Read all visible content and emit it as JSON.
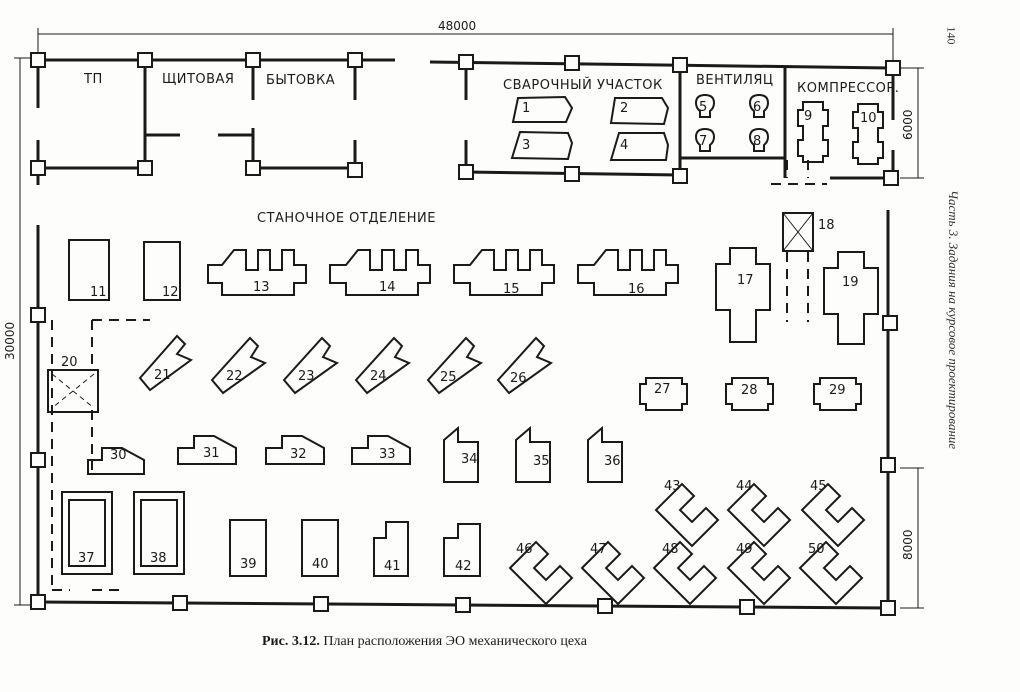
{
  "dimensions": {
    "width_total": "48000",
    "height_total": "30000",
    "bay_height": "6000",
    "bay_right": "8000"
  },
  "rooms": {
    "tp": "ТП",
    "switchboard": "ЩИТОВАЯ",
    "utility": "БЫТОВКА",
    "welding": "СВАРОЧНЫЙ УЧАСТОК",
    "ventilation": "ВЕНТИЛЯЦ",
    "compressor": "КОМПРЕССОР.",
    "machine_hall": "СТАНОЧНОЕ ОТДЕЛЕНИЕ"
  },
  "equipment": [
    "1",
    "2",
    "3",
    "4",
    "5",
    "6",
    "7",
    "8",
    "9",
    "10",
    "11",
    "12",
    "13",
    "14",
    "15",
    "16",
    "17",
    "18",
    "19",
    "20",
    "21",
    "22",
    "23",
    "24",
    "25",
    "26",
    "27",
    "28",
    "29",
    "30",
    "31",
    "32",
    "33",
    "34",
    "35",
    "36",
    "37",
    "38",
    "39",
    "40",
    "41",
    "42",
    "43",
    "44",
    "45",
    "46",
    "47",
    "48",
    "49",
    "50"
  ],
  "caption": {
    "label": "Рис. 3.12.",
    "text": "План расположения ЭО механического цеха"
  },
  "page_number": "140",
  "running_head": "Часть 3. Задания на курсовое проектирование"
}
